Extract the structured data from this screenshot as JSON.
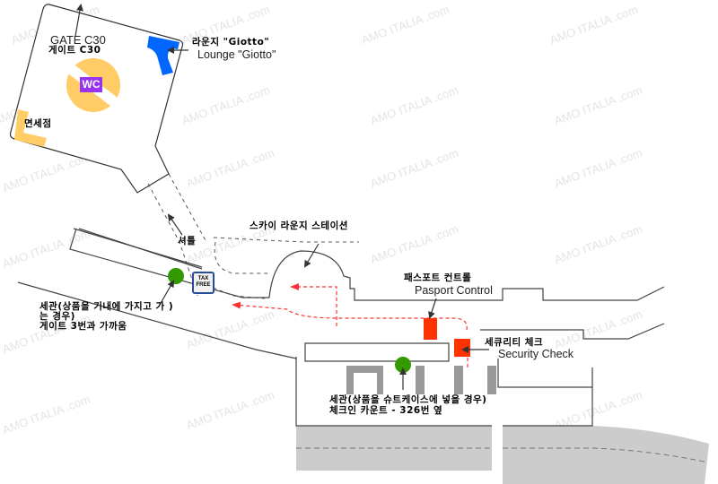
{
  "watermark": "AMO ITALIA .com",
  "colors": {
    "walls": "#444444",
    "road": "#cccccc",
    "route": "#ff3333",
    "wc_box": "#9933ee",
    "wc_area": "#ffcc66",
    "duty_free": "#ffcc66",
    "lounge": "#0066ff",
    "checkpoint": "#ff3300",
    "customs_dot": "#339900",
    "counters": "#999999",
    "tax_free_border": "#2a4d9a"
  },
  "labels": {
    "gate_en": "GATE C30",
    "gate_kr": "게이트 C30",
    "lounge_kr": "라운지 \"Giotto\"",
    "lounge_en": "Lounge \"Giotto\"",
    "wc": "WC",
    "duty_free": "면세점",
    "shuttle": "셔틀",
    "sky_lounge_station": "스카이 라운지 스테이션",
    "passport_kr": "패스포트 컨트롤",
    "passport_en": "Pasport Control",
    "security_kr": "세큐리티 체크",
    "security_en": "Security Check",
    "customs_carryon_line1": "세관(상품을 기내에 가지고 가 )",
    "customs_carryon_line2": "는 경우)",
    "customs_carryon_line3": "게이트 3번과 가까움",
    "customs_checked_line1": "세관(상품을 슈트케이스에 넣을 경우)",
    "customs_checked_line2": "체크인 카운트 - 326번 옆",
    "tax_free_line1": "TAX",
    "tax_free_line2": "FREE"
  },
  "icons": {
    "tax_free": "tax-free-badge",
    "customs": "green-dot",
    "checkpoint": "red-square",
    "arrow": "arrow-pointer"
  }
}
